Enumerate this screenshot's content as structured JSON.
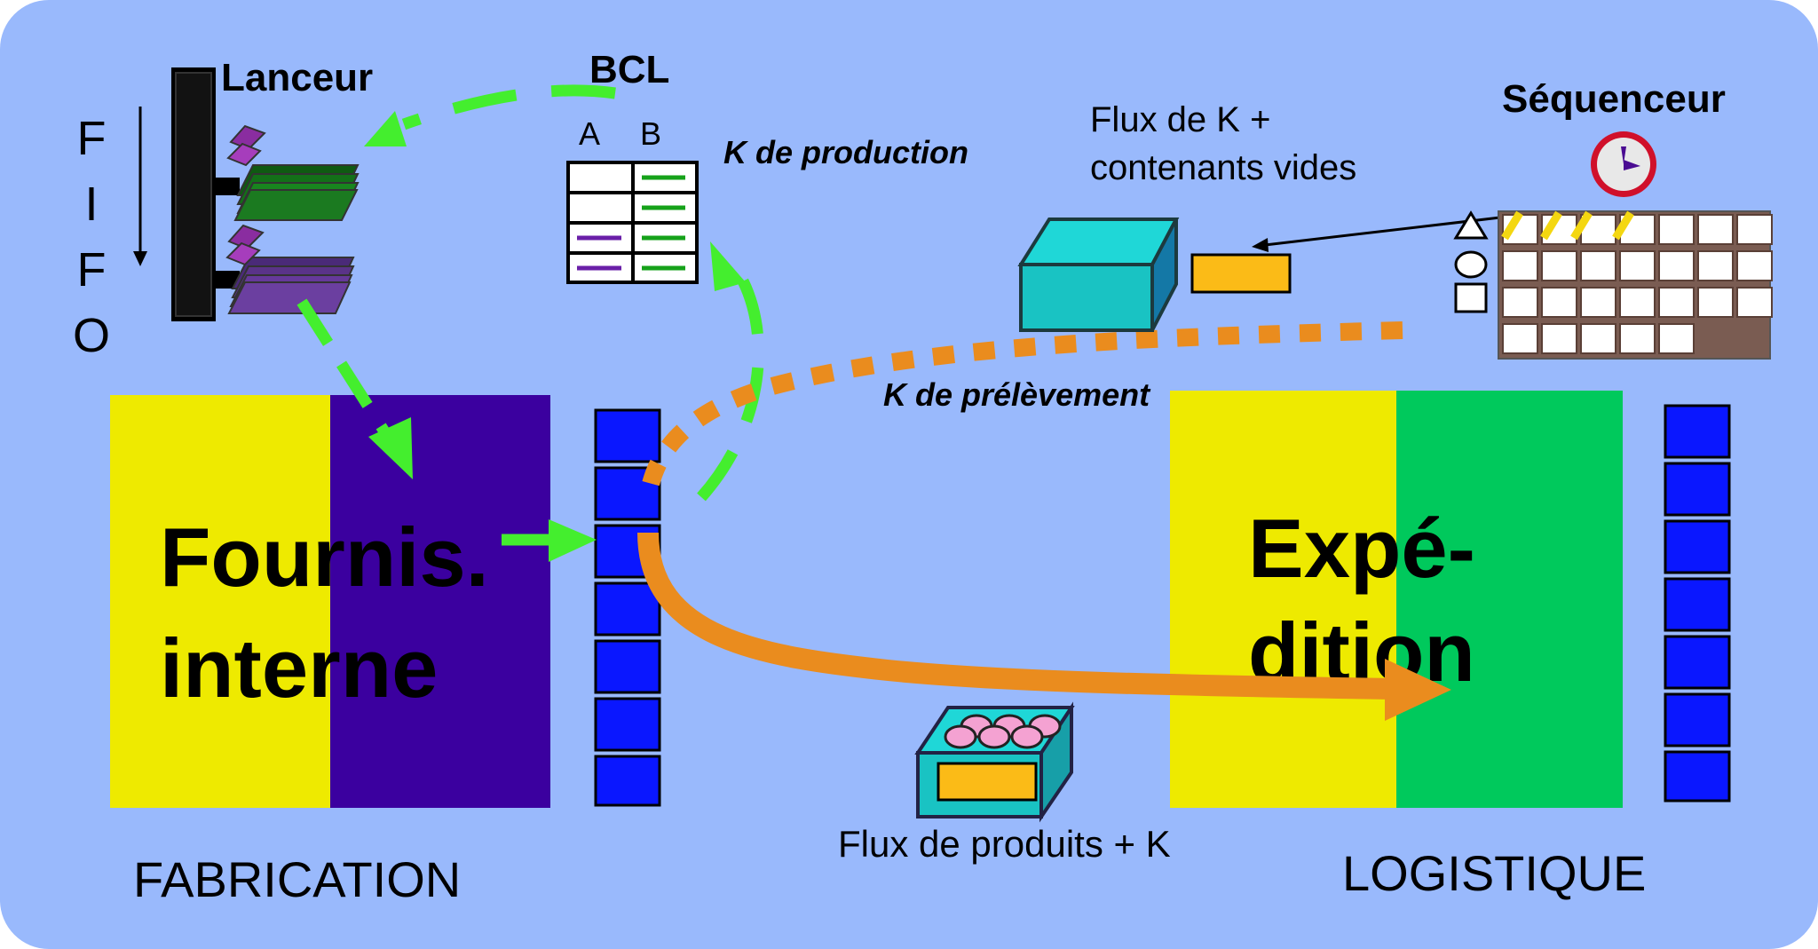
{
  "colors": {
    "background": "#99b9fc",
    "yellow": "#eeea00",
    "indigo": "#3b009f",
    "green_zone": "#00c95c",
    "blue_bin": "#0a17ff",
    "arrow_green": "#44ee2e",
    "arrow_orange": "#ea8c1e",
    "teal_box": "#19c3c3",
    "gold_card": "#fbbb17",
    "pink_product": "#f4a2d2",
    "brown_board": "#7a5c52"
  },
  "labels": {
    "fifo_letters": [
      "F",
      "I",
      "F",
      "O"
    ],
    "lanceur": "Lanceur",
    "bcl": "BCL",
    "bcl_col_a": "A",
    "bcl_col_b": "B",
    "k_production": "K de production",
    "flux_k_line1": "Flux de K +",
    "flux_k_line2": "contenants vides",
    "sequenceur": "Séquenceur",
    "k_prelevement": "K de prélèvement",
    "fournis_line1": "Fournis.",
    "fournis_line2": "interne",
    "expe_line1": "Expé-",
    "expe_line2": "dition",
    "flux_produits": "Flux de produits + K",
    "fabrication": "FABRICATION",
    "logistique": "LOGISTIQUE"
  },
  "icons": {
    "clock": "clock-icon",
    "sequencer_shapes": [
      "triangle-icon",
      "circle-icon",
      "square-icon"
    ]
  }
}
